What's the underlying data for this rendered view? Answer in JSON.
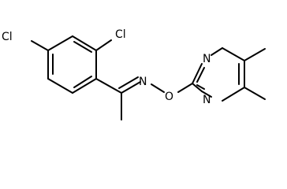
{
  "molecule": {
    "atoms": [
      {
        "id": "cl_left",
        "label": "Cl"
      },
      {
        "id": "cl_top",
        "label": "Cl"
      },
      {
        "id": "n_oxime",
        "label": "N"
      },
      {
        "id": "o_oxime",
        "label": "O"
      },
      {
        "id": "n_pyr_top",
        "label": "N"
      },
      {
        "id": "n_pyr_bottom",
        "label": "N"
      }
    ]
  }
}
